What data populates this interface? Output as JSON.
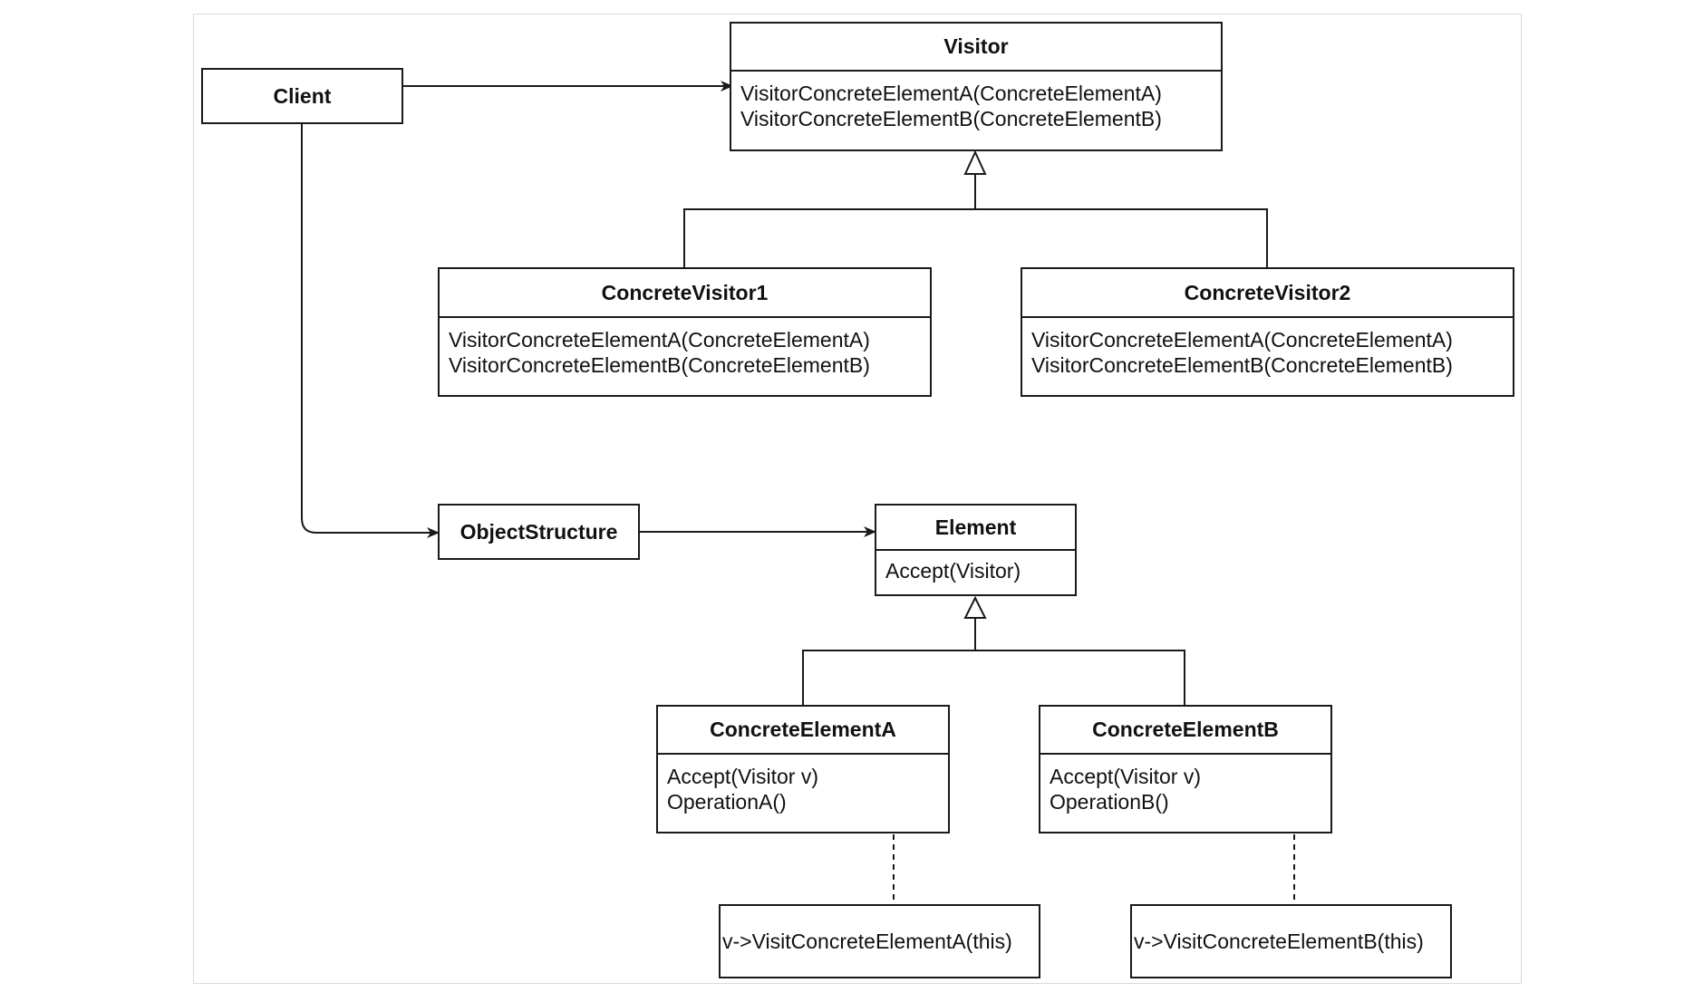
{
  "classes": {
    "client": {
      "name": "Client"
    },
    "visitor": {
      "name": "Visitor",
      "ops": [
        "VisitorConcreteElementA(ConcreteElementA)",
        "VisitorConcreteElementB(ConcreteElementB)"
      ]
    },
    "concrete_visitor1": {
      "name": "ConcreteVisitor1",
      "ops": [
        "VisitorConcreteElementA(ConcreteElementA)",
        "VisitorConcreteElementB(ConcreteElementB)"
      ]
    },
    "concrete_visitor2": {
      "name": "ConcreteVisitor2",
      "ops": [
        "VisitorConcreteElementA(ConcreteElementA)",
        "VisitorConcreteElementB(ConcreteElementB)"
      ]
    },
    "object_structure": {
      "name": "ObjectStructure"
    },
    "element": {
      "name": "Element",
      "ops": [
        "Accept(Visitor)"
      ]
    },
    "concrete_element_a": {
      "name": "ConcreteElementA",
      "ops": [
        "Accept(Visitor v)",
        "OperationA()"
      ]
    },
    "concrete_element_b": {
      "name": "ConcreteElementB",
      "ops": [
        "Accept(Visitor v)",
        "OperationB()"
      ]
    }
  },
  "notes": {
    "note_a": "v->VisitConcreteElementA(this)",
    "note_b": "v->VisitConcreteElementB(this)"
  },
  "relations": [
    {
      "from": "Client",
      "to": "Visitor",
      "type": "association"
    },
    {
      "from": "Client",
      "to": "ObjectStructure",
      "type": "association"
    },
    {
      "from": "ObjectStructure",
      "to": "Element",
      "type": "association"
    },
    {
      "from": "ConcreteVisitor1",
      "to": "Visitor",
      "type": "inheritance"
    },
    {
      "from": "ConcreteVisitor2",
      "to": "Visitor",
      "type": "inheritance"
    },
    {
      "from": "ConcreteElementA",
      "to": "Element",
      "type": "inheritance"
    },
    {
      "from": "ConcreteElementB",
      "to": "Element",
      "type": "inheritance"
    }
  ]
}
